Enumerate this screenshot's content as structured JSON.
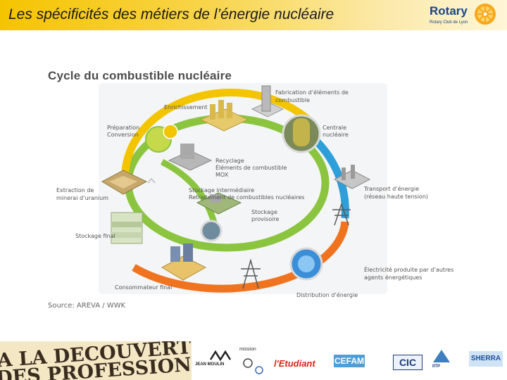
{
  "header": {
    "title": "Les spécificités des métiers de l’énergie nucléaire",
    "brand": "Rotary",
    "brand_sub": "Rotary Club de Lyon"
  },
  "diagram": {
    "title": "Cycle du combustible nucléaire",
    "labels": {
      "enrichissement": "Enrichissement",
      "fabrication_1": "Fabrication d’éléments de",
      "fabrication_2": "combustible",
      "preparation_1": "Préparation",
      "preparation_2": "Conversion",
      "centrale_1": "Centrale",
      "centrale_2": "nucléaire",
      "recyclage_1": "Recyclage",
      "recyclage_2": "Éléments de combustible",
      "recyclage_3": "MOX",
      "extraction_1": "Extraction de",
      "extraction_2": "minerai d’uranium",
      "stockage_int_1": "Stockage intermédiaire",
      "stockage_int_2": "Retraitement de combustibles nucléaires",
      "transport_1": "Transport d’énergie",
      "transport_2": "(réseau haute tension)",
      "stockage_prov_1": "Stockage",
      "stockage_prov_2": "provisoire",
      "stockage_final": "Stockage final",
      "electricite_1": "Électricité produite par d’autres",
      "electricite_2": "agents énergétiques",
      "consommateur": "Consommateur final",
      "distribution": "Distribution d’énergie"
    },
    "source": "Source: AREVA / WWK",
    "colors": {
      "yellow_ring": "#f2c500",
      "green_ring": "#8bc53f",
      "blue_ring": "#2e9fd8",
      "orange_ring": "#f0731f"
    }
  },
  "footer": {
    "banner_line1": "A LA DECOUVERTE",
    "banner_line2": "DES PROFESSIONS",
    "logos": {
      "jean_moulin": "JEAN MOULIN",
      "mission": "mission",
      "letudiant": "l'Etudiant",
      "cefam": "CEFAM",
      "cic": "CIC",
      "iitp": "IITP",
      "sherra": "SHERRA"
    }
  }
}
